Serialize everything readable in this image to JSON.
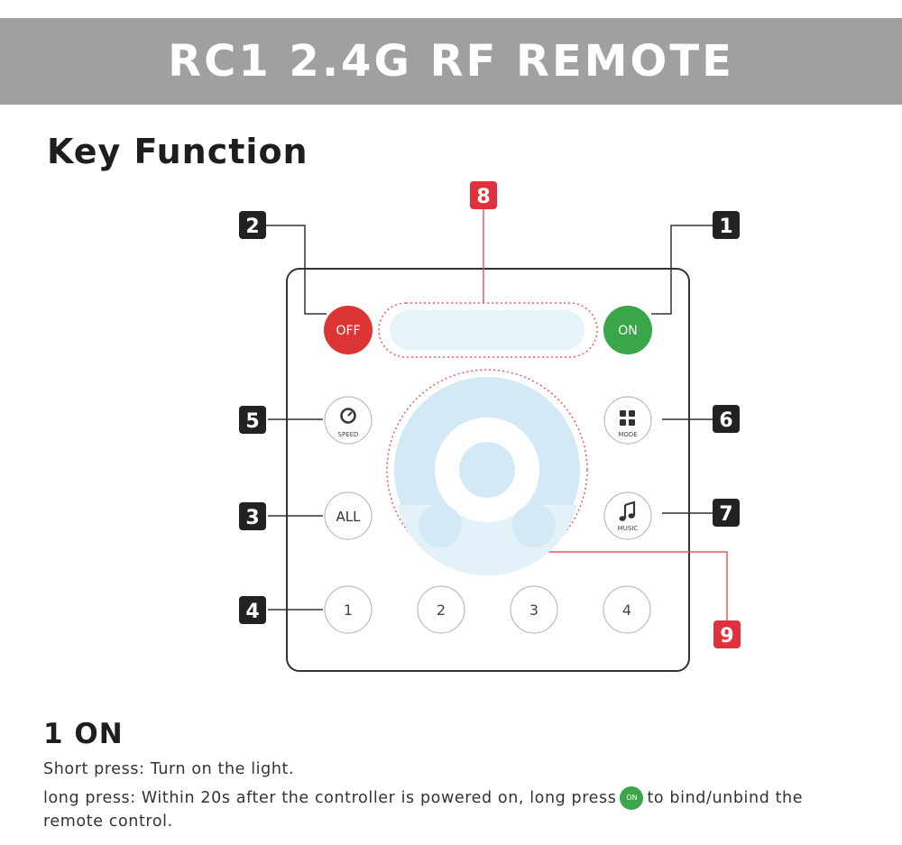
{
  "banner": {
    "title": "RC1 2.4G RF REMOTE"
  },
  "heading": "Key Function",
  "callouts": [
    "1",
    "2",
    "3",
    "4",
    "5",
    "6",
    "7",
    "8",
    "9"
  ],
  "remote": {
    "off_label": "OFF",
    "on_label": "ON",
    "speed_label": "SPEED",
    "mode_label": "MODE",
    "all_label": "ALL",
    "music_label": "MUSIC",
    "zones": [
      "1",
      "2",
      "3",
      "4"
    ]
  },
  "colors": {
    "off": "#dd3535",
    "on": "#3aa64a",
    "callout_dark": "#222222",
    "callout_red": "#e0313e",
    "wheel": "#d3e9f5"
  },
  "item": {
    "title": "1 ON",
    "line1": "Short press: Turn on the light.",
    "line2_before": "long press: Within 20s after the controller is powered on, long press",
    "line2_icon": "ON",
    "line2_after": "to bind/unbind the",
    "line3": "remote control."
  }
}
